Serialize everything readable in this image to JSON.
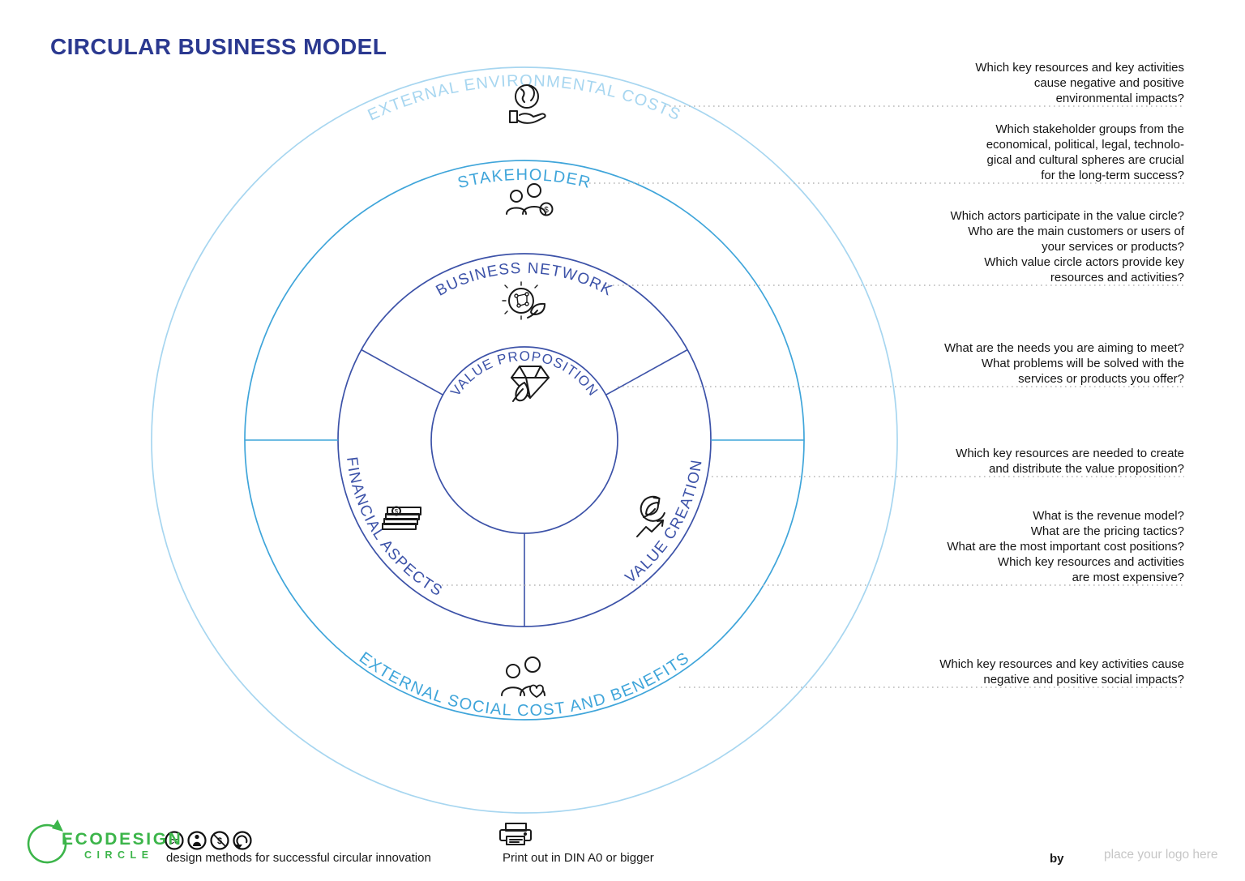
{
  "title": "CIRCULAR BUSINESS MODEL",
  "colors": {
    "title_blue": "#2b3990",
    "outer_ring_light_blue": "#a7d6f0",
    "mid_ring_sky_blue": "#3fa5da",
    "inner_ring_royal_blue": "#3c52a8",
    "brand_green": "#3cb54a",
    "question_text": "#141414",
    "leader_dots": "#b5b5b5",
    "placeholder_gray": "#c6c6c6"
  },
  "diagram": {
    "labels": {
      "outer": "EXTERNAL ENVIRONMENTAL COSTS",
      "stakeholder": "STAKEHOLDER",
      "network": "BUSINESS NETWORK",
      "value_proposition": "VALUE PROPOSITION",
      "financial": "FINANCIAL ASPECTS",
      "value_creation": "VALUE CREATION",
      "social": "EXTERNAL SOCIAL COST AND BENEFITS"
    },
    "icons": [
      "hand-holding-earth-icon",
      "stakeholders-people-coin-icon",
      "globe-leaf-network-icon",
      "diamond-leaf-icon",
      "money-stack-icon",
      "leaf-cycle-growth-arrow-icon",
      "people-heart-icon"
    ]
  },
  "questions": [
    {
      "text": "Which key resources and key activities\ncause negative and positive\nenvironmental impacts?"
    },
    {
      "text": "Which stakeholder groups from the\neconomical, political, legal, technolo-\ngical and cultural spheres are crucial\nfor the long-term success?"
    },
    {
      "text": "Which actors participate in the value circle?\nWho are the main customers or users of\nyour services or products?\nWhich value circle actors provide key\nresources and activities?"
    },
    {
      "text": "What are the needs you are aiming to meet?\nWhat problems will be solved with the\nservices or products you offer?"
    },
    {
      "text": "Which key resources are needed to create\nand distribute the value proposition?"
    },
    {
      "text": "What is the revenue model?\nWhat are the pricing tactics?\nWhat are the most important cost positions?\nWhich key resources and activities\nare most expensive?"
    },
    {
      "text": "Which key resources and key activities cause\nnegative and positive social impacts?"
    }
  ],
  "footer": {
    "brand_name": "ECODESIGN",
    "brand_sub": "CIRCLE",
    "license_icons": [
      "cc-icon",
      "cc-by-icon",
      "cc-nc-icon",
      "cc-sa-icon"
    ],
    "license_caption": "design methods for successful circular innovation",
    "print_note": "Print out in DIN A0 or bigger",
    "by_label": "by",
    "logo_placeholder": "place your logo here"
  }
}
